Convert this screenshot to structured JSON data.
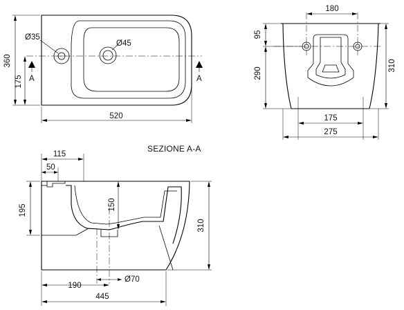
{
  "plan_view": {
    "width": "520",
    "depth": "360",
    "tap_offset": "175",
    "tap_hole": "Ø35",
    "drain_hole": "Ø45",
    "section_mark_left": "A",
    "section_mark_right": "A"
  },
  "rear_view": {
    "fixing_spacing": "180",
    "fixing_height": "95",
    "fixing_from_floor": "290",
    "total_height": "310",
    "base_width": "175",
    "total_width": "275"
  },
  "section_view": {
    "title": "SEZIONE A-A",
    "tap_depth": "115",
    "rim_offset": "50",
    "waste_height": "195",
    "bowl_depth": "150",
    "height": "310",
    "waste_distance": "190",
    "waste_diameter": "Ø70",
    "projection": "445"
  }
}
